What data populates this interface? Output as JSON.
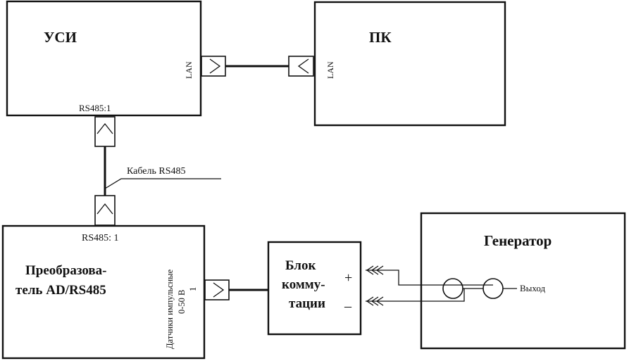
{
  "usi": {
    "title": "УСИ",
    "port_lan": "LAN",
    "port_rs485": "RS485:1"
  },
  "pc": {
    "title": "ПК",
    "port_lan": "LAN"
  },
  "cable": {
    "label": "Кабель RS485"
  },
  "converter": {
    "rs485_label": "RS485:  1",
    "title_line1": "Преобразова-",
    "title_line2": "тель AD/RS485",
    "sensor_line1": "Датчики импульсные",
    "sensor_line2": "0-50 В",
    "pin": "1"
  },
  "switch_block": {
    "line1": "Блок",
    "line2": "комму-",
    "line3": "тации",
    "plus": "+",
    "minus": "–"
  },
  "generator": {
    "title": "Генератор",
    "output_label": "Выход"
  }
}
